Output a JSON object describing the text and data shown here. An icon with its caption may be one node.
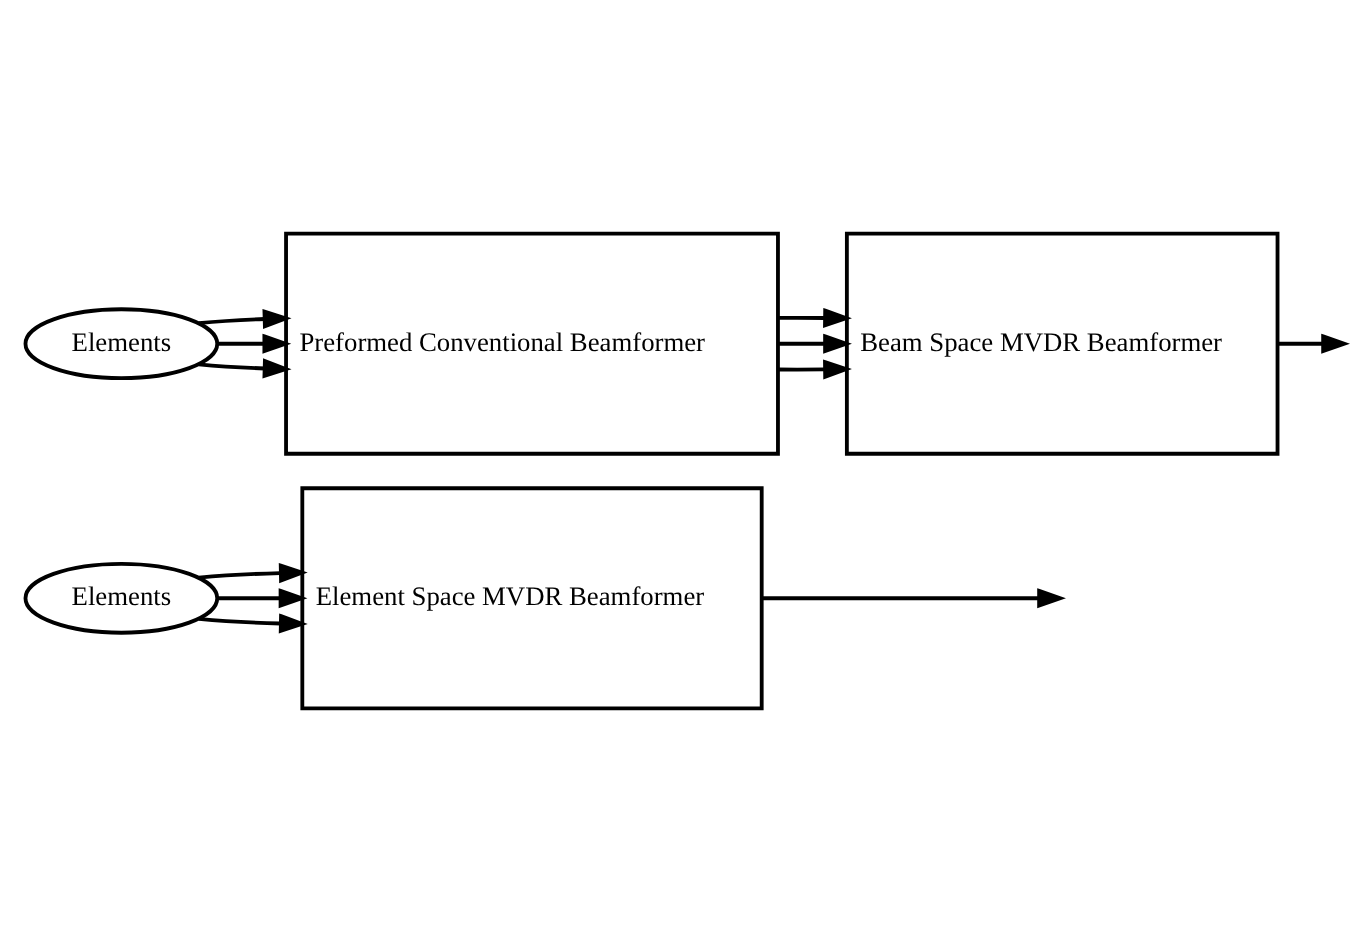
{
  "diagram": {
    "nodes": [
      {
        "text": [
          "Elements"
        ]
      },
      {
        "text": [
          "Element Space MVDR Beamformer"
        ]
      },
      {
        "text": [
          "Elements"
        ]
      },
      {
        "text": [
          "Preformed Conventional Beamformer"
        ]
      },
      {
        "text": [
          "Beam Space MVDR Beamformer"
        ]
      }
    ],
    "edges": [
      {
        "from": 0,
        "to": 1,
        "arrow": "to"
      },
      {
        "from": 0,
        "to": 1,
        "arrow": "to"
      },
      {
        "from": 0,
        "to": 1,
        "arrow": "to"
      },
      {
        "from": 1,
        "to": null,
        "arrow": "to"
      },
      {
        "from": 2,
        "to": 3,
        "arrow": "to"
      },
      {
        "from": 2,
        "to": 3,
        "arrow": "to"
      },
      {
        "from": 2,
        "to": 3,
        "arrow": "to"
      },
      {
        "from": 3,
        "to": 4,
        "arrow": "to"
      },
      {
        "from": 3,
        "to": 4,
        "arrow": "to"
      },
      {
        "from": 3,
        "to": 4,
        "arrow": "to"
      },
      {
        "from": 4,
        "to": null,
        "arrow": "to"
      }
    ]
  }
}
